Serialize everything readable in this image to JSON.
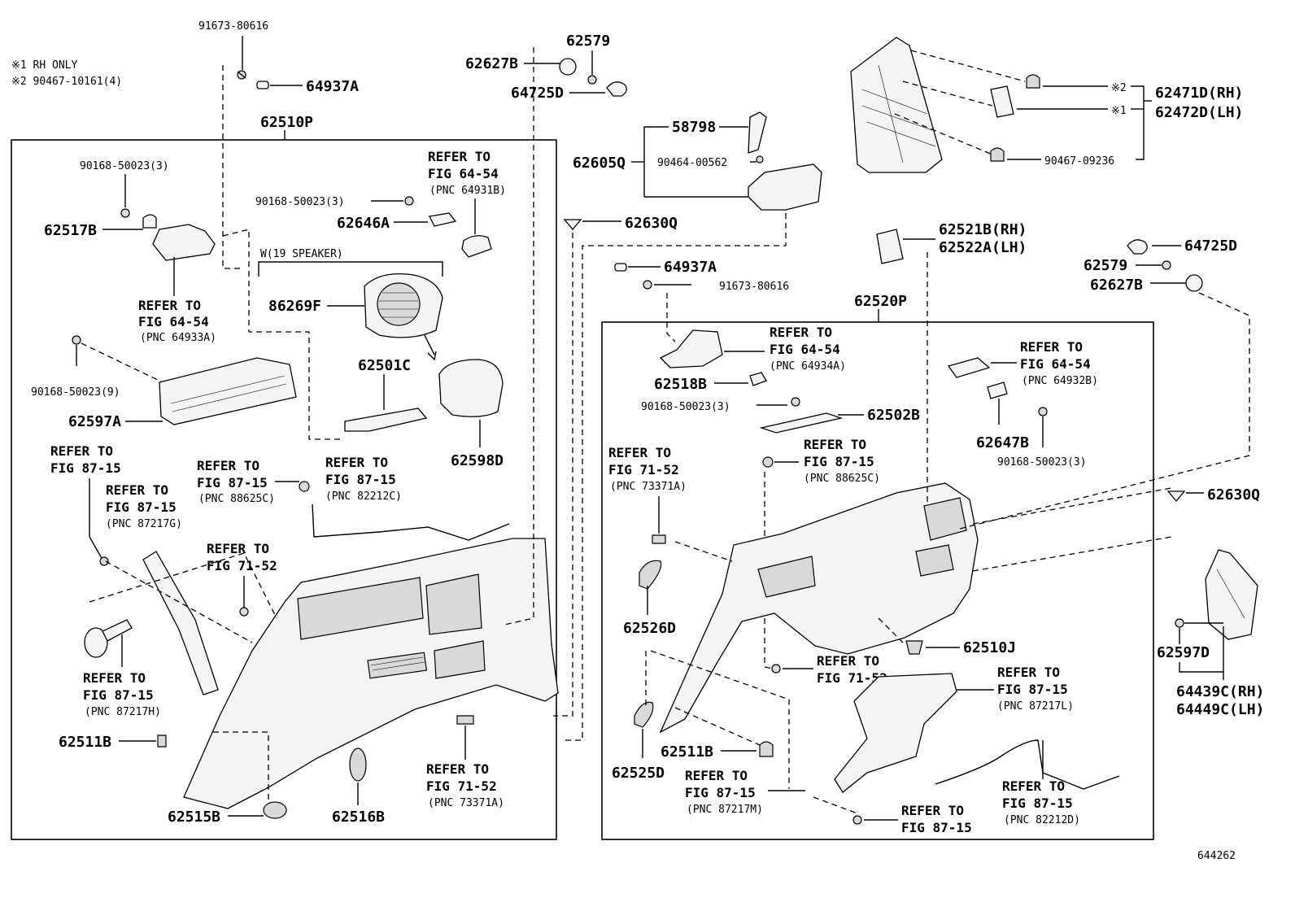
{
  "notes": {
    "note1": "※1 RH ONLY",
    "note2": "※2 90467-10161(4)"
  },
  "diagram_id": "644262",
  "sub_labels": {
    "speaker_option": "W(19 SPEAKER)",
    "mark1": "※1",
    "mark2": "※2"
  },
  "parts": {
    "p91673_80616_a": "91673-80616",
    "p64937A_a": "64937A",
    "p62510P": "62510P",
    "p90168_50023_3_a": "90168-50023(3)",
    "p62517B": "62517B",
    "p90168_50023_3_b": "90168-50023(3)",
    "p62646A": "62646A",
    "p86269F": "86269F",
    "p62501C": "62501C",
    "p62598D": "62598D",
    "p90168_50023_9": "90168-50023(9)",
    "p62597A": "62597A",
    "p62511B_a": "62511B",
    "p62515B": "62515B",
    "p62516B": "62516B",
    "p62579_a": "62579",
    "p62627B_a": "62627B",
    "p64725D_a": "64725D",
    "p58798": "58798",
    "p62605Q": "62605Q",
    "p90464_00562": "90464-00562",
    "p62630Q_a": "62630Q",
    "p64937A_b": "64937A",
    "p91673_80616_b": "91673-80616",
    "p62520P": "62520P",
    "p62518B": "62518B",
    "p90168_50023_3_c": "90168-50023(3)",
    "p62502B": "62502B",
    "p62526D": "62526D",
    "p62525D": "62525D",
    "p62511B_b": "62511B",
    "p62510J": "62510J",
    "p62471D": "62471D(RH)",
    "p62472D": "62472D(LH)",
    "p90467_09236": "90467-09236",
    "p62521B": "62521B(RH)",
    "p62522A": "62522A(LH)",
    "p64725D_b": "64725D",
    "p62579_b": "62579",
    "p62627B_b": "62627B",
    "p62647B": "62647B",
    "p90168_50023_3_d": "90168-50023(3)",
    "p62630Q_b": "62630Q",
    "p62597D": "62597D",
    "p64439C": "64439C(RH)",
    "p64449C": "64449C(LH)"
  },
  "refs": {
    "r1": [
      "REFER TO",
      "FIG 64-54",
      "(PNC 64931B)"
    ],
    "r2": [
      "REFER TO",
      "FIG 64-54",
      "(PNC 64933A)"
    ],
    "r3": [
      "REFER TO",
      "FIG 87-15"
    ],
    "r4": [
      "REFER TO",
      "FIG 87-15",
      "(PNC 87217G)"
    ],
    "r5": [
      "REFER TO",
      "FIG 87-15",
      "(PNC 88625C)"
    ],
    "r6": [
      "REFER TO",
      "FIG 87-15",
      "(PNC 82212C)"
    ],
    "r7": [
      "REFER TO",
      "FIG 71-52"
    ],
    "r8": [
      "REFER TO",
      "FIG 87-15",
      "(PNC 87217H)"
    ],
    "r9": [
      "REFER TO",
      "FIG 71-52",
      "(PNC 73371A)"
    ],
    "r10": [
      "REFER TO",
      "FIG 64-54",
      "(PNC 64934A)"
    ],
    "r11": [
      "REFER TO",
      "FIG 64-54",
      "(PNC 64932B)"
    ],
    "r12": [
      "REFER TO",
      "FIG 71-52",
      "(PNC 73371A)"
    ],
    "r13": [
      "REFER TO",
      "FIG 87-15",
      "(PNC 88625C)"
    ],
    "r14": [
      "REFER TO",
      "FIG 71-52"
    ],
    "r15": [
      "REFER TO",
      "FIG 87-15",
      "(PNC 87217L)"
    ],
    "r16": [
      "REFER TO",
      "FIG 87-15",
      "(PNC 87217M)"
    ],
    "r17": [
      "REFER TO",
      "FIG 87-15"
    ],
    "r18": [
      "REFER TO",
      "FIG 87-15",
      "(PNC 82212D)"
    ]
  }
}
